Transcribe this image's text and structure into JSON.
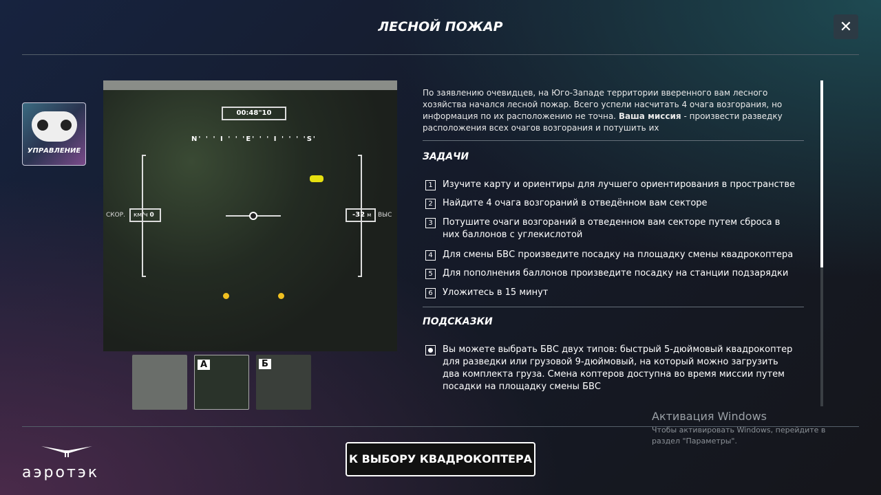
{
  "header": {
    "title": "ЛЕСНОЙ ПОЖАР",
    "close": "✕"
  },
  "control": {
    "label": "УПРАВЛЕНИЕ"
  },
  "hud": {
    "timer": "00:48\"10",
    "compass": "N' ' ' I ' ' 'E' ' ' I ' ' ' 'S'",
    "speed_label": "СКОР.",
    "speed_unit": "км/ч",
    "speed": "0",
    "alt_label": "ВЫС",
    "alt_unit": "м",
    "alt": "-32"
  },
  "thumbnails": [
    {
      "label": ""
    },
    {
      "label": "А"
    },
    {
      "label": "Б"
    }
  ],
  "description": {
    "p1": "По заявлению очевидцев, на Юго-Западе территории вверенного вам лесного хозяйства начался лесной пожар. Всего успели насчитать 4 очага возгорания, но информация по их расположению не точна. ",
    "bold": "Ваша миссия",
    "p2": " - произвести разведку расположения всех очагов возгорания и потушить их"
  },
  "tasks": {
    "title": "ЗАДАЧИ",
    "items": [
      {
        "n": "1",
        "text": "Изучите карту и ориентиры для лучшего ориентирования в пространстве"
      },
      {
        "n": "2",
        "text": "Найдите 4 очага возгораний в отведённом вам секторе"
      },
      {
        "n": "3",
        "text": "Потушите очаги возгораний в отведенном вам секторе путем сброса в них баллонов с углекислотой"
      },
      {
        "n": "4",
        "text": "Для смены БВС произведите посадку на площадку смены квадрокоптера"
      },
      {
        "n": "5",
        "text": "Для пополнения баллонов произведите посадку на станции подзарядки"
      },
      {
        "n": "6",
        "text": "Уложитесь в 15 минут"
      }
    ]
  },
  "hints": {
    "title": "ПОДСКАЗКИ",
    "items": [
      {
        "text": "Вы можете выбрать БВС двух типов: быстрый 5-дюймовый квадрокоптер для разведки или грузовой 9-дюймовый, на который можно загрузить два комплекта груза. Смена коптеров доступна во время миссии путем посадки на площадку смены БВС"
      }
    ]
  },
  "watermark": {
    "title": "Активация Windows",
    "text": "Чтобы активировать Windows, перейдите в раздел \"Параметры\"."
  },
  "footer": {
    "button": "К ВЫБОРУ КВАДРОКОПТЕРА",
    "logo": "аэротэк"
  }
}
